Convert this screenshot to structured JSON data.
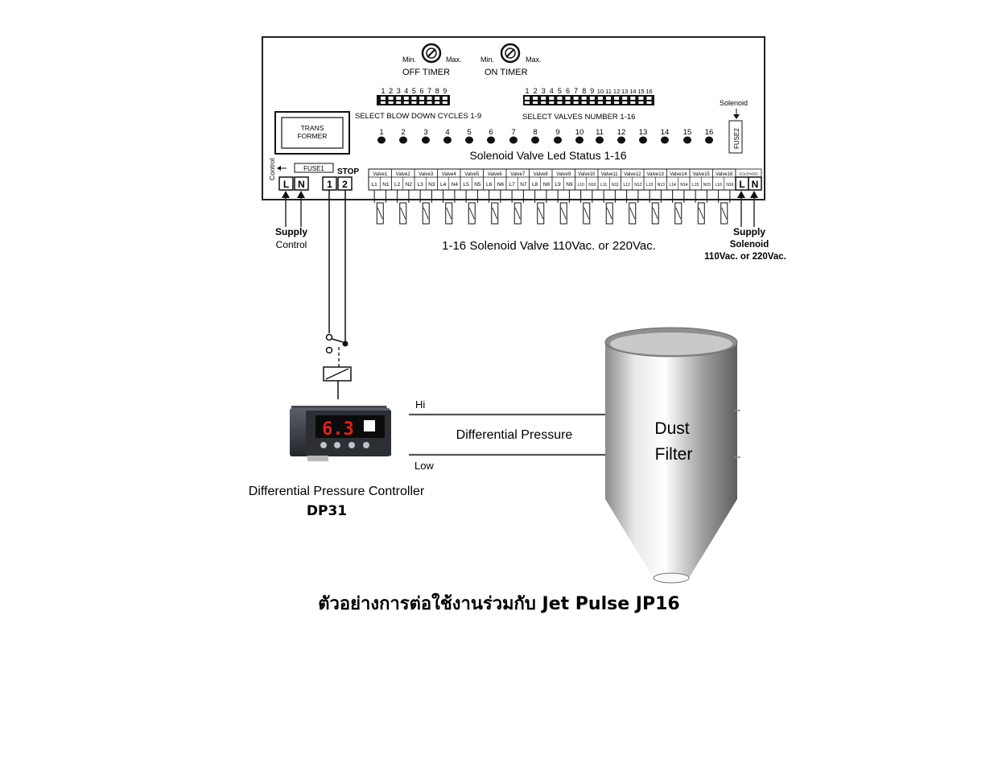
{
  "controller_panel": {
    "off_timer": {
      "label": "OFF TIMER",
      "min": "Min.",
      "max": "Max."
    },
    "on_timer": {
      "label": "ON TIMER",
      "min": "Min.",
      "max": "Max."
    },
    "cycles_numbers": [
      "1",
      "2",
      "3",
      "4",
      "5",
      "6",
      "7",
      "8",
      "9"
    ],
    "cycles_label": "SELECT BLOW DOWN CYCLES 1-9",
    "valves_numbers": [
      "1",
      "2",
      "3",
      "4",
      "5",
      "6",
      "7",
      "8",
      "9",
      "10",
      "11",
      "12",
      "13",
      "14",
      "15",
      "16"
    ],
    "valves_label": "SELECT  VALVES NUMBER 1-16",
    "solenoid_label": "Solenoid",
    "fuse2_label": "FUSE2",
    "transformer_line1": "TRANS",
    "transformer_line2": "FORMER",
    "led_numbers": [
      "1",
      "2",
      "3",
      "4",
      "5",
      "6",
      "7",
      "8",
      "9",
      "10",
      "11",
      "12",
      "13",
      "14",
      "15",
      "16"
    ],
    "led_status_label": "Solenoid Valve Led Status 1-16",
    "control_label": "Control",
    "fuse1_label": "FUSE1",
    "stop_label": "STOP",
    "supply_terminals": [
      "L",
      "N"
    ],
    "stop_terminals": [
      "1",
      "2"
    ],
    "valve_headers": [
      "Valve1",
      "Valve2",
      "Valve3",
      "Valve4",
      "Valve5",
      "Valve6",
      "Valve7",
      "Valve8",
      "Valve9",
      "Valve10",
      "Valve11",
      "Valve12",
      "Valve13",
      "Valve14",
      "Valve15",
      "Valve16"
    ],
    "valve_terminals": [
      "L1",
      "N1",
      "L2",
      "N2",
      "L3",
      "N3",
      "L4",
      "N4",
      "L5",
      "N5",
      "L6",
      "N6",
      "L7",
      "N7",
      "L8",
      "N8",
      "L9",
      "N9",
      "L10",
      "N10",
      "L11",
      "N11",
      "L12",
      "N12",
      "L13",
      "N13",
      "L14",
      "N14",
      "L15",
      "N15",
      "L16",
      "N16"
    ],
    "solenoid_terminals": [
      "L",
      "N"
    ],
    "solenoid_header": "SOLENOID"
  },
  "labels": {
    "supply_control_1": "Supply",
    "supply_control_2": "Control",
    "valves_voltage": "1-16 Solenoid Valve 110Vac. or 220Vac.",
    "supply_solenoid_1": "Supply",
    "supply_solenoid_2": "Solenoid",
    "supply_solenoid_3": "110Vac. or 220Vac.",
    "hi": "Hi",
    "low": "Low",
    "differential_pressure": "Differential Pressure",
    "dust_filter_1": "Dust",
    "dust_filter_2": "Filter",
    "controller_name": "Differential Pressure Controller",
    "controller_model": "DP31",
    "display_value": "6.3"
  },
  "caption": {
    "thai": "ตัวอย่างการต่อใช้งานร่วมกับ ",
    "english": "Jet Pulse JP16"
  }
}
